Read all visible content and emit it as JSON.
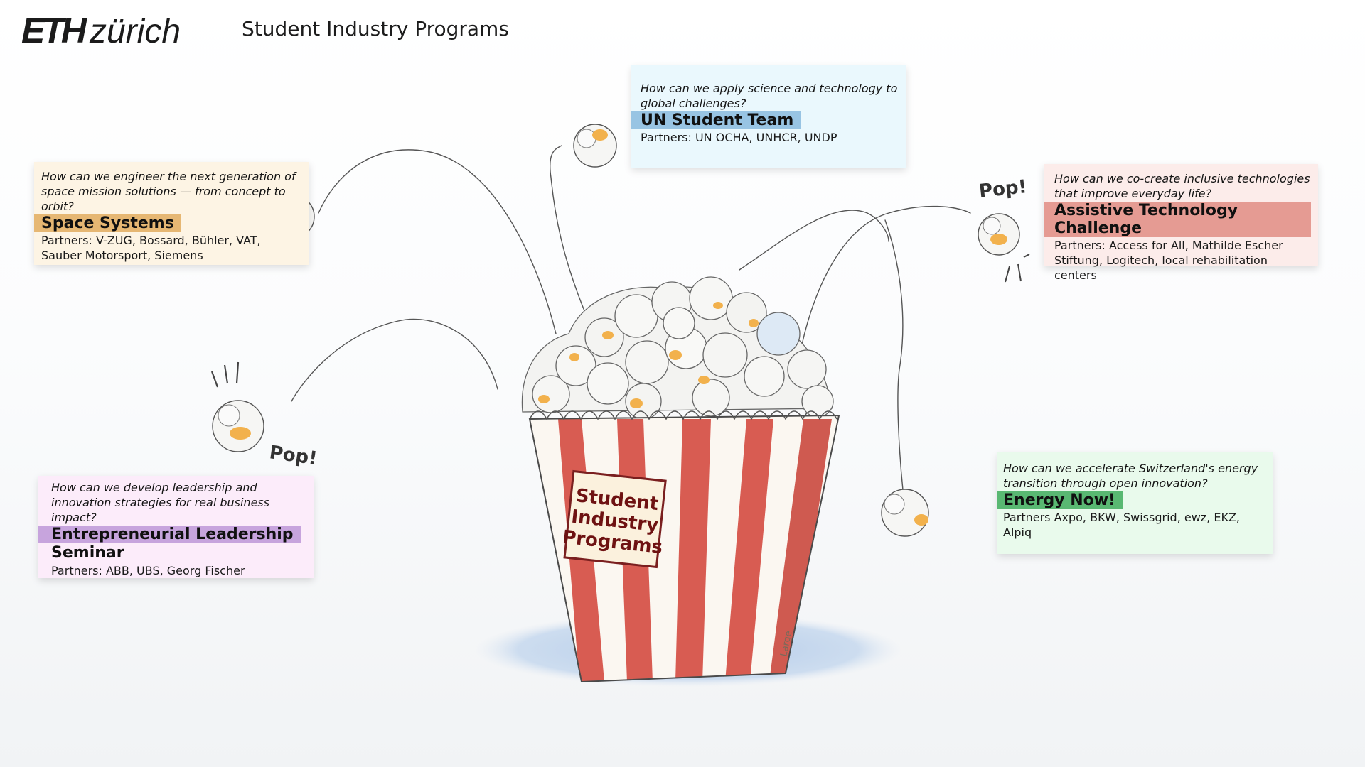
{
  "header": {
    "logo_bold": "ETH",
    "logo_light": "zürich",
    "title": "Student Industry Programs"
  },
  "popcorn_label": {
    "line1": "Student",
    "line2": "Industry",
    "line3": "Programs",
    "size_mark": "Large"
  },
  "sound_effects": [
    "Pop!",
    "Pop!"
  ],
  "programs": [
    {
      "id": "space",
      "question": "How can we engineer the next generation of space mission solutions — from concept to orbit?",
      "name": "Space Systems",
      "partners": "Partners: V-ZUG, Bossard, Bühler, VAT, Sauber Motorsport, Siemens",
      "accent": "#e6b773",
      "background": "#fdf4e4"
    },
    {
      "id": "un",
      "question": "How can we apply science and technology to global challenges?",
      "name": "UN Student Team",
      "partners": "Partners: UN OCHA, UNHCR, UNDP",
      "accent": "#98c4e3",
      "background": "#eaf8fd"
    },
    {
      "id": "assist",
      "question": "How can we co-create inclusive technologies that improve everyday life?",
      "name": "Assistive Technology Challenge",
      "partners": "Partners: Access for All, Mathilde Escher Stiftung, Logitech, local rehabilitation centers",
      "accent": "#e59b93",
      "background": "#fcecea"
    },
    {
      "id": "energy",
      "question": "How can we accelerate Switzerland's energy transition through open innovation?",
      "name": "Energy Now!",
      "partners": "Partners Axpo, BKW, Swissgrid, ewz, EKZ, Alpiq",
      "accent": "#59b872",
      "background": "#e9faec"
    },
    {
      "id": "lead",
      "question": "How can we develop leadership and innovation strategies for real business impact?",
      "name": "Entrepreneurial Leadership",
      "name_line2": "Seminar",
      "partners": "Partners: ABB, UBS, Georg Fischer",
      "accent": "#c7a4dd",
      "background": "#fcecfa"
    }
  ]
}
